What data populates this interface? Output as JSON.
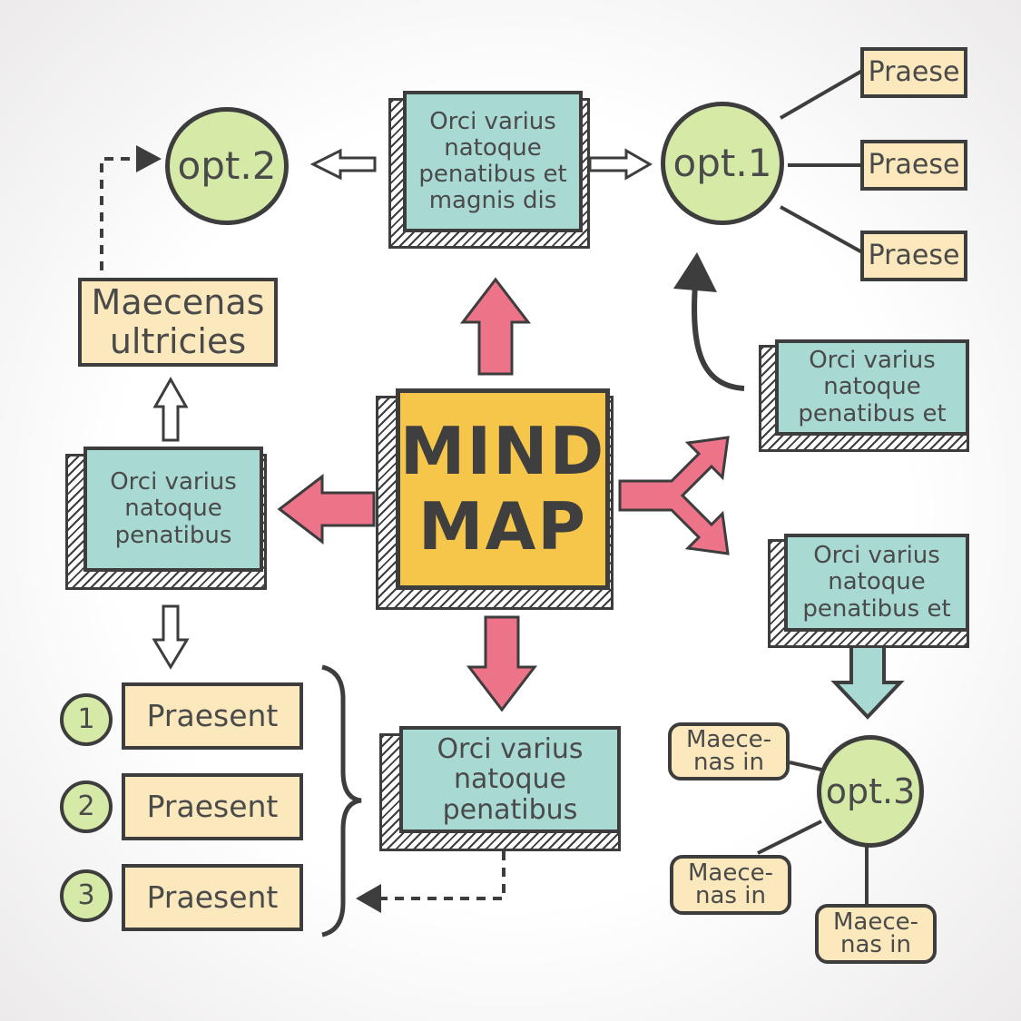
{
  "center": {
    "line1": "MIND",
    "line2": "MAP"
  },
  "top_box": {
    "text": "Orci varius\nnatoque\npenatibus et\nmagnis dis"
  },
  "opt1": {
    "label": "opt.1",
    "branches": [
      "Praese",
      "Praese",
      "Praese"
    ]
  },
  "opt2": {
    "label": "opt.2"
  },
  "maecenas_box": {
    "text": "Maecenas\nultricies"
  },
  "left_box": {
    "text": "Orci varius\nnatoque\npenatibus"
  },
  "right_upper_box": {
    "text": "Orci varius\nnatoque\npenatibus et"
  },
  "right_lower_box": {
    "text": "Orci varius\nnatoque\npenatibus et"
  },
  "bottom_box": {
    "text": "Orci varius\nnatoque\npenatibus"
  },
  "list": {
    "items": [
      {
        "number": "1",
        "label": "Praesent"
      },
      {
        "number": "2",
        "label": "Praesent"
      },
      {
        "number": "3",
        "label": "Praesent"
      }
    ]
  },
  "opt3": {
    "label": "opt.3",
    "branches": [
      "Maece-\nnas in",
      "Maece-\nnas in",
      "Maece-\nnas in"
    ]
  },
  "colors": {
    "teal": "#a9d9d3",
    "yellow": "#fbe8bc",
    "green": "#d6eaa8",
    "center": "#f6c64b",
    "pink_arrow": "#ec7388",
    "outline": "#3d3d3d"
  }
}
